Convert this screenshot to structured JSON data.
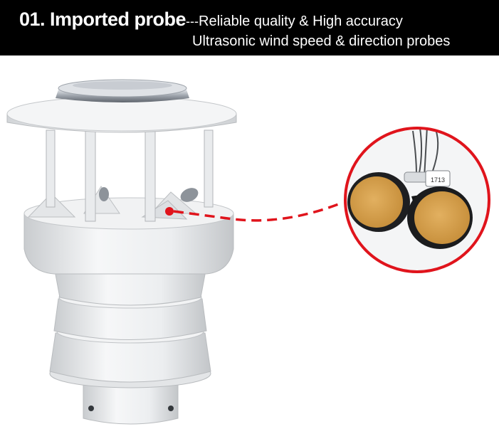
{
  "banner": {
    "title": "01. Imported probe",
    "separator": "---",
    "subtitle_line1": "Reliable quality & High accuracy",
    "subtitle_line2": "Ultrasonic wind speed & direction probes"
  },
  "probe_tag": "1713",
  "colors": {
    "banner_bg": "#000000",
    "banner_text": "#ffffff",
    "callout_red": "#e0141c",
    "sensor_body": "#eeeff0",
    "transducer_face": "#d9a550"
  }
}
